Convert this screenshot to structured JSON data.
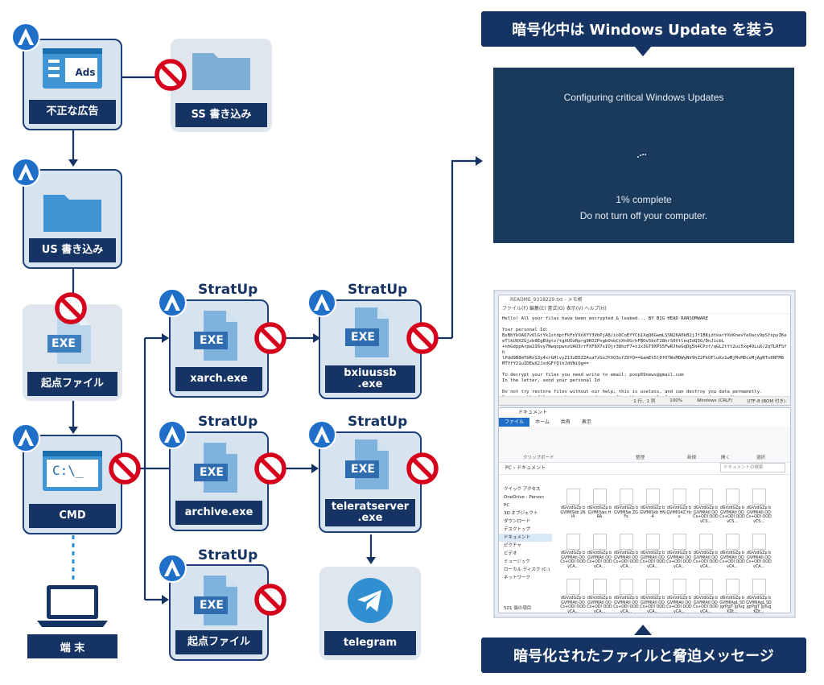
{
  "nodes": {
    "ads": {
      "label": "不正な広告",
      "icon_text": "Ads"
    },
    "ss": {
      "label": "SS 書き込み"
    },
    "us": {
      "label": "US 書き込み"
    },
    "exe_start": {
      "label": "起点ファイル",
      "icon_text": "EXE"
    },
    "cmd": {
      "label": "CMD",
      "icon_text": "C:\\_"
    },
    "terminal": {
      "label": "端 末"
    },
    "xarch": {
      "label": "xarch.exe",
      "icon_text": "EXE",
      "stage": "StratUp"
    },
    "archive": {
      "label": "archive.exe",
      "icon_text": "EXE",
      "stage": "StratUp"
    },
    "start2": {
      "label": "起点ファイル",
      "icon_text": "EXE",
      "stage": "StratUp"
    },
    "bxiu": {
      "label_line1": "bxiuussb",
      "label_line2": ".exe",
      "icon_text": "EXE",
      "stage": "StratUp"
    },
    "telerat": {
      "label_line1": "teleratserver",
      "label_line2": ".exe",
      "icon_text": "EXE",
      "stage": "StratUp"
    },
    "telegram": {
      "label": "telegram"
    }
  },
  "banners": {
    "top": "暗号化中は Windows Update を装う",
    "bottom": "暗号化されたファイルと脅迫メッセージ"
  },
  "windows_update": {
    "heading": "Configuring critical Windows Updates",
    "progress_text": "1% complete",
    "warning": "Do not turn off your computer."
  },
  "notepad": {
    "title": "README_9318229.txt - メモ帳",
    "menu": "ファイル(F)  編集(E)  書式(O)  表示(V)  ヘルプ(H)",
    "body": "Hello! All your files have been encrypted & leaked... BY BIG HEAD RANSOMWARE\n\nYour personal Id:\nBsBbYkOAO7vUlGtYk1stdprFkFnYXnXYY3VbPjA8/ioOCoEYYCb1XqQ6GwmLSSN26A0kB2jJf1BKidtkarYXnKnevYeOacv9pSfspyIKe\neTlkUOXZGjzb8EgEUgtz/tgXUOzRprg9KO2PngbOnbCnXnOGrhFBOv5boT28hrSOVtleqIdQ3G/DnJicbL\n+nhGdppArpw2I6vy7NwqopwnzUAO3rrFXF8X7sIOjr38hzF7+x1x3GT9XPS5FwRJheGqDg5h4CPzf/qGL2tYt2ui5xg49LuX/ZqTLRFSfh\nlPdd9B8mTbRxS3y4xrGHlvyZ13zEDZZAsa7zGoJYXO3vfZOYQ==&amEt5l0fOTWxMDWyNV9hZ2FkOFluXz1wMjMvMDcvMjAgNTo6NTM6\nMTYfY21uIDEwX2JsdGFfQlhJdVNiQg==\n\nTo decrypt your files you need write to email: poop69news@gmail.com\nIn the letter, send your personal Id\n\nDo not try restore files without our help, this is useless, and can destroy you data permanetly.\nHowever, the files can be recovered even after the removal of our program and even after\nreinstalling the operating system.",
    "status": [
      "1 行、1 列",
      "100%",
      "Windows (CRLF)",
      "UTF-8 (BOM 付き)"
    ]
  },
  "explorer": {
    "title": "ドキュメント",
    "tabs": [
      "ファイル",
      "ホーム",
      "共有",
      "表示"
    ],
    "ribbon_groups": [
      "クリップボード",
      "整理",
      "新規",
      "開く",
      "選択"
    ],
    "address": "PC › ドキュメント",
    "search_placeholder": "ドキュメントの検索",
    "sidebar": [
      "クイック アクセス",
      "OneDrive - Person",
      "PC",
      "3D オブジェクト",
      "ダウンロード",
      "デスクトップ",
      "ドキュメント",
      "ピクチャ",
      "ビデオ",
      "ミュージック",
      "ローカル ディスク (C:)",
      "ネットワーク"
    ],
    "file_names": [
      "dGVzdGZp bGVfMlSkb 2Nl4",
      "dGVzdGZp bGVfMlSwc HRA",
      "dGVzdGZp bGVfMlSw ZGFs",
      "dGVzdGZp bGVfMlSkb HN4",
      "dGVzdGZp bGVfMlS4Z Hcv",
      "dGVzdGZp bGVfMlAtl OOCs+ODl OODvCS...",
      "dGVzdGZp bGVfMlAtl OOCs+ODl OODvCS...",
      "dGVzdGZp bGVfMlAtl OOCs+ODl OODvCS...",
      "dGVzdGZp bGVfMlAtl OOCs+ODl OODvCA...",
      "dGVzdGZp bGVfMlAtl OOCs+ODl OODvCA...",
      "dGVzdGZp bGVfMlAtl OOCs+ODl OODvCA...",
      "dGVzdGZp bGVfMlAtl OOCs+ODl OODvCA...",
      "dGVzdGZp bGVfMlAtl OOCs+ODl OODvCA...",
      "dGVzdGZp bGVfMlAtl OOCs+ODl OODvCA...",
      "dGVzdGZp bGVfMlAtl OOCs+ODl OODvCA...",
      "dGVzdGZp bGVfMlAtl OOCs+ODl OODvCA...",
      "dGVzdGZp bGVfMlAtl OOCs+ODl OODvCA...",
      "dGVzdGZp bGVfMlAtl OOCs+ODl OODvCA...",
      "dGVzdGZp bGVfMlAtl OOCs+ODl OODvCA...",
      "dGVzdGZp bGVfMlAtl OOCs+ODl OODvCA...",
      "dGVzdGZp bGVfMlAtl OOCs+ODl OODvCA...",
      "dGVzdGZp bGVfMlAtl OOCs+ODl OODvCA...",
      "dGVzdGZp bGVfMlAgL SDjgrPgjT jgTugKDt...",
      "dGVzdGZp bGVfMlAgL SDjgrPgjT jgTugKDt..."
    ],
    "status": "501 個の項目"
  },
  "colors": {
    "navy": "#163463",
    "node_fill": "#d7e4f0",
    "stop_red": "#d6001c",
    "update_bg": "#193a5b"
  }
}
